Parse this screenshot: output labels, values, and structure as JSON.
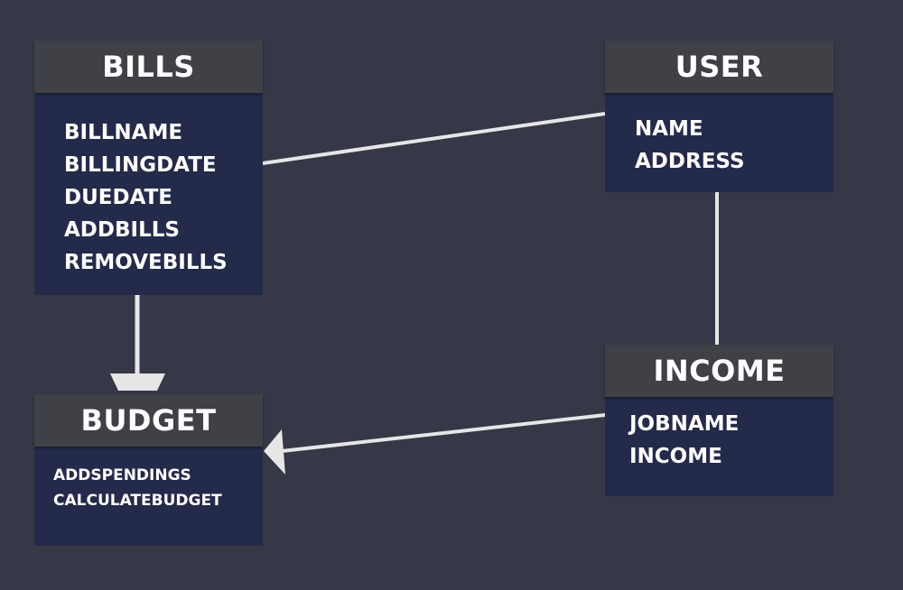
{
  "entities": {
    "bills": {
      "title": "BILLS",
      "fields": [
        "BILLNAME",
        "BILLINGDATE",
        "DUEDATE",
        "ADDBILLS",
        "REMOVEBILLS"
      ]
    },
    "user": {
      "title": "USER",
      "fields": [
        "NAME",
        "ADDRESS"
      ]
    },
    "budget": {
      "title": "BUDGET",
      "fields": [
        "ADDSPENDINGS",
        "CALCULATEBUDGET"
      ]
    },
    "income": {
      "title": "INCOME",
      "fields": [
        "JOBNAME",
        "INCOME"
      ]
    }
  },
  "connections": [
    {
      "from": "bills",
      "to": "user",
      "arrow": false
    },
    {
      "from": "user",
      "to": "income",
      "arrow": false
    },
    {
      "from": "bills",
      "to": "budget",
      "arrow": true
    },
    {
      "from": "income",
      "to": "budget",
      "arrow": true
    }
  ],
  "colors": {
    "background": "#363847",
    "header": "#3f4147",
    "body": "#242a4a",
    "text": "#ffffff",
    "connector": "#e6e6e6"
  }
}
